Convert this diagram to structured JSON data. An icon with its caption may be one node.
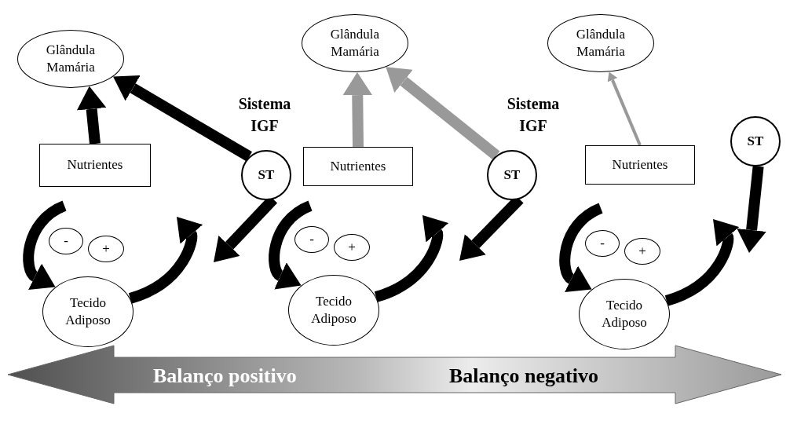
{
  "diagram": {
    "nodes": [
      {
        "text": [
          "Glândula Mamária"
        ]
      },
      {
        "text": [
          "Nutrientes"
        ]
      },
      {
        "text": [
          "ST"
        ]
      },
      {
        "text": [
          "-"
        ]
      },
      {
        "text": [
          "+"
        ]
      },
      {
        "text": [
          "Tecido Adiposo"
        ]
      },
      {
        "text": [
          "Glândula Mamária"
        ]
      },
      {
        "text": [
          "Nutrientes"
        ]
      },
      {
        "text": [
          "ST"
        ]
      },
      {
        "text": [
          "-"
        ]
      },
      {
        "text": [
          "+"
        ]
      },
      {
        "text": [
          "Tecido Adiposo"
        ]
      },
      {
        "text": [
          "Glândula Mamária"
        ]
      },
      {
        "text": [
          "Nutrientes"
        ]
      },
      {
        "text": [
          "ST"
        ]
      },
      {
        "text": [
          "-"
        ]
      },
      {
        "text": [
          "+"
        ]
      },
      {
        "text": [
          "Tecido Adiposo"
        ]
      }
    ],
    "edges": [
      {
        "from": 1,
        "to": 0,
        "arrow": "to"
      },
      {
        "from": 2,
        "to": 0,
        "arrow": "to"
      },
      {
        "from": 2,
        "to": null,
        "arrow": "to"
      },
      {
        "from": null,
        "to": 5,
        "arrow": "to"
      },
      {
        "from": 5,
        "to": null,
        "arrow": "to"
      },
      {
        "from": 7,
        "to": 6,
        "arrow": "to",
        "color": "#999999"
      },
      {
        "from": 8,
        "to": 6,
        "arrow": "to",
        "color": "#999999"
      },
      {
        "from": 8,
        "to": null,
        "arrow": "to"
      },
      {
        "from": null,
        "to": 11,
        "arrow": "to"
      },
      {
        "from": 11,
        "to": null,
        "arrow": "to"
      },
      {
        "from": 13,
        "to": 12,
        "arrow": "to",
        "color": "#999999"
      },
      {
        "from": 14,
        "to": null,
        "arrow": "to"
      },
      {
        "from": null,
        "to": 17,
        "arrow": "to"
      },
      {
        "from": 17,
        "to": null,
        "arrow": "to"
      }
    ],
    "labels": [
      "Sistema IGF",
      "Sistema IGF",
      "Balanço positivo",
      "Balanço negativo"
    ]
  }
}
